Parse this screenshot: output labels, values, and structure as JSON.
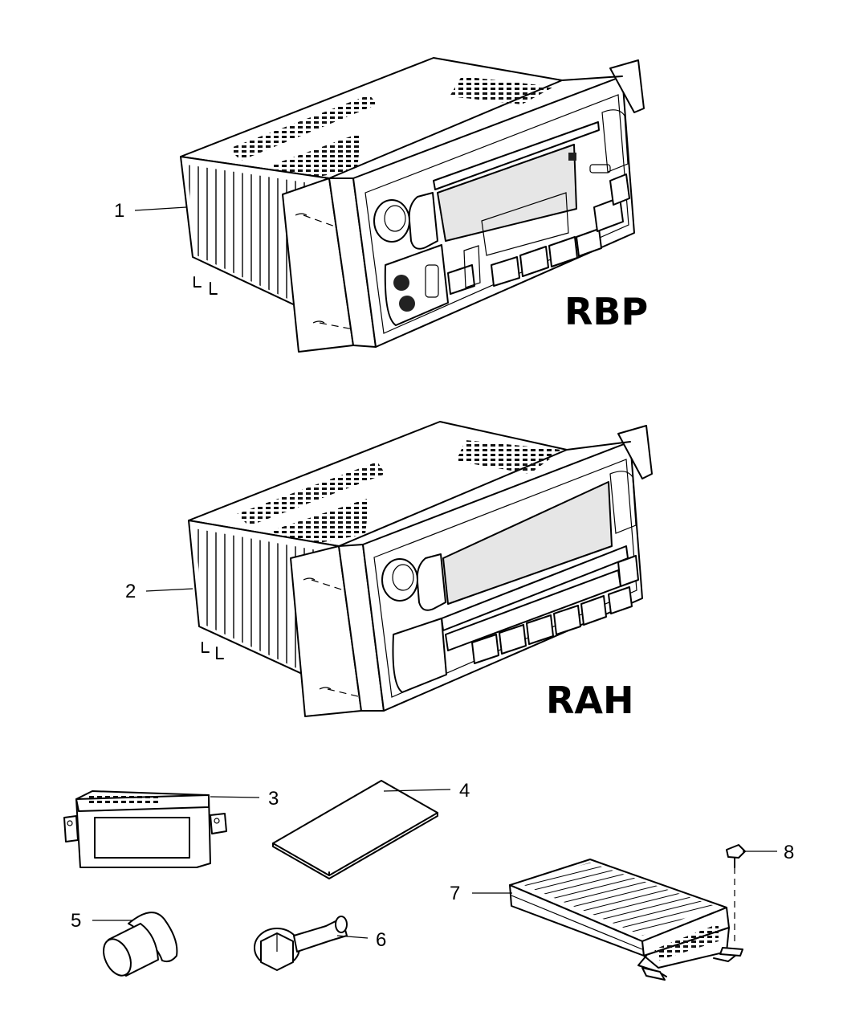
{
  "callouts": [
    {
      "id": "1",
      "label": "1"
    },
    {
      "id": "2",
      "label": "2"
    },
    {
      "id": "3",
      "label": "3"
    },
    {
      "id": "4",
      "label": "4"
    },
    {
      "id": "5",
      "label": "5"
    },
    {
      "id": "6",
      "label": "6"
    },
    {
      "id": "7",
      "label": "7"
    },
    {
      "id": "8",
      "label": "8"
    }
  ],
  "variants": {
    "top_radio": "RBP",
    "bottom_radio": "RAH"
  }
}
